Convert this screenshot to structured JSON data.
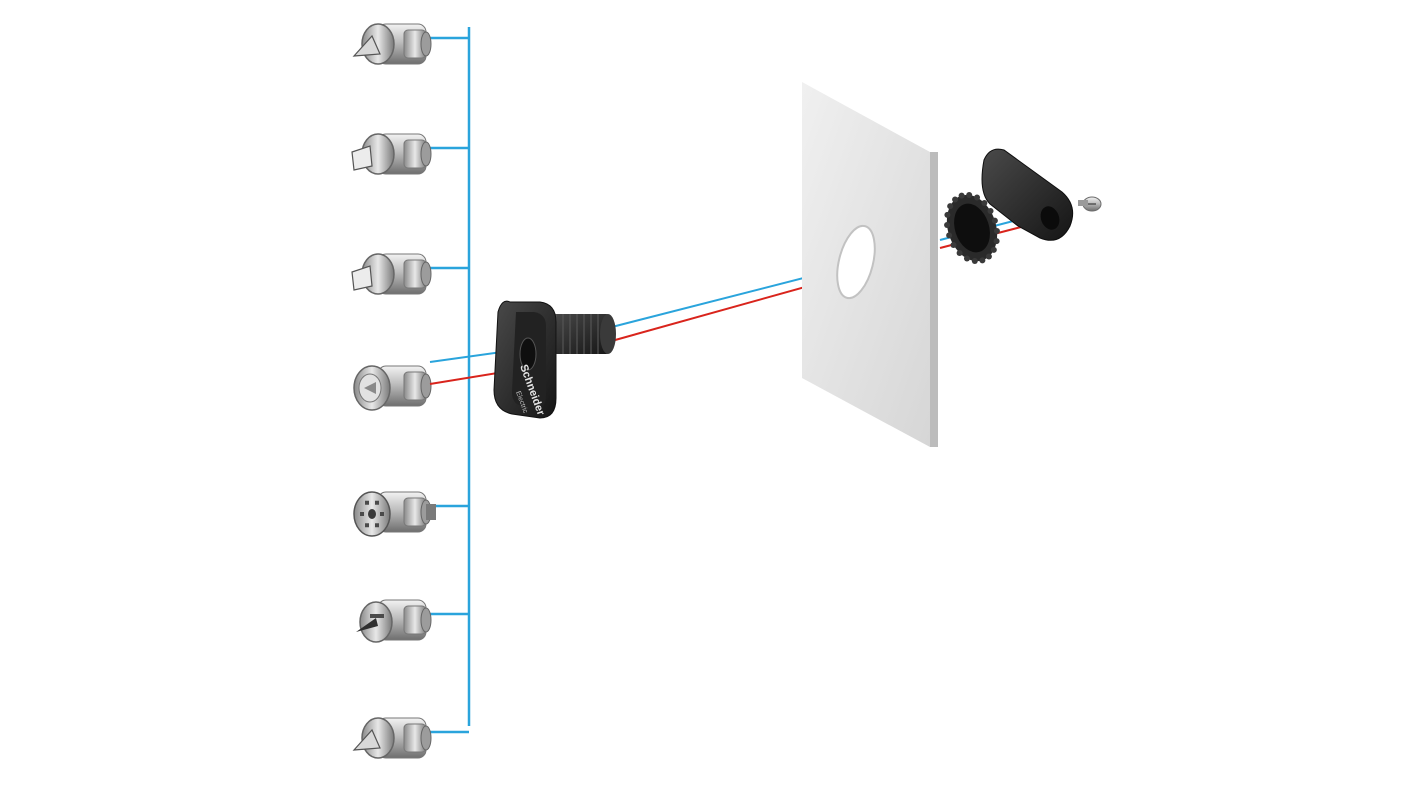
{
  "diagram": {
    "colors": {
      "bracket": "#2aa4dc",
      "axis_blue": "#2aa4dc",
      "axis_red": "#d9241c",
      "panel": "#e4e4e4",
      "panel_edge": "#c9c9c9",
      "plastic": "#2b2b2b",
      "metal": "#b9b9b9"
    },
    "insert_options": [
      {
        "name": "insert-option-1",
        "icon": "triangle-insert-icon"
      },
      {
        "name": "insert-option-2",
        "icon": "square-insert-icon"
      },
      {
        "name": "insert-option-3",
        "icon": "square-insert-icon"
      },
      {
        "name": "insert-option-4",
        "icon": "round-barrel-insert-icon"
      },
      {
        "name": "insert-option-5",
        "icon": "keyed-cylinder-icon"
      },
      {
        "name": "insert-option-6",
        "icon": "screwdriver-slot-insert-icon"
      },
      {
        "name": "insert-option-7",
        "icon": "triangle-insert-icon"
      }
    ],
    "lock_body_logo": {
      "brand": "Schneider",
      "sub": "Electric"
    }
  }
}
